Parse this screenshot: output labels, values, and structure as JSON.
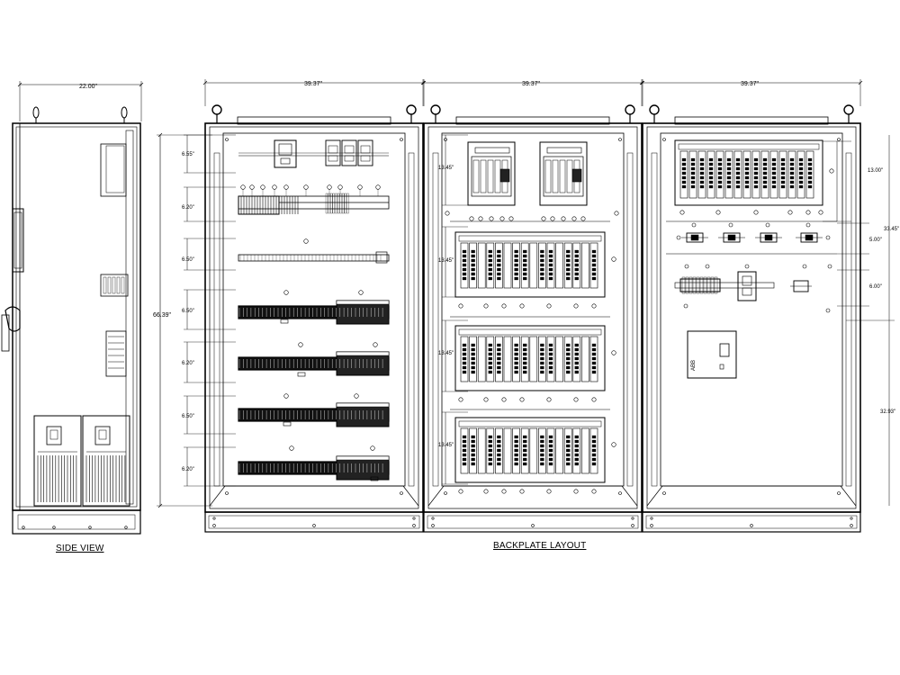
{
  "captions": {
    "side_view": "SIDE VIEW",
    "backplate_layout": "BACKPLATE LAYOUT"
  },
  "dimensions": {
    "side_width": "22.00\"",
    "cabinet_1_width": "39.37\"",
    "cabinet_2_width": "39.37\"",
    "cabinet_3_width": "39.37\"",
    "overall_height": "66.39\"",
    "c1_rows": [
      "6.55\"",
      "6.20\"",
      "6.50\"",
      "6.50\"",
      "6.20\"",
      "6.50\"",
      "6.20\""
    ],
    "c2_rows": [
      "13.45\"",
      "13.45\"",
      "13.45\"",
      "13.45\""
    ],
    "c3_rack": "13.00\"",
    "c3_section": "33.45\"",
    "c3_row2": "5.00\"",
    "c3_row3": "6.00\"",
    "c3_lower": "32.93\""
  },
  "labels": {
    "vendor_mark": "ABB"
  },
  "colors": {
    "line": "#000000",
    "background": "#ffffff"
  }
}
